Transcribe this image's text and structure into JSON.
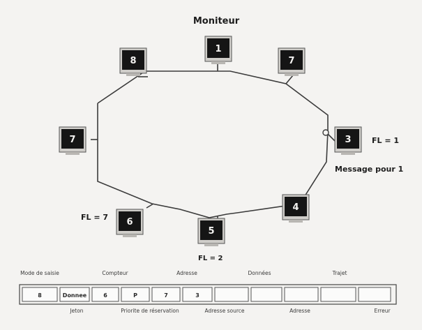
{
  "title": "Moniteur",
  "nodes": [
    {
      "id": "top",
      "label": "1"
    },
    {
      "id": "upper-left",
      "label": "8"
    },
    {
      "id": "upper-right",
      "label": "7"
    },
    {
      "id": "left",
      "label": "7"
    },
    {
      "id": "right",
      "label": "3"
    },
    {
      "id": "lower-left",
      "label": "6"
    },
    {
      "id": "bottom",
      "label": "5"
    },
    {
      "id": "lower-right",
      "label": "4"
    }
  ],
  "annotations": {
    "right_fl": "FL = 1",
    "right_message": "Message pour 1",
    "lower_left_fl": "FL = 7",
    "bottom_fl": "FL = 2"
  },
  "frame": {
    "top_labels": [
      "Mode de saisie",
      "Compteur",
      "Adresse",
      "Données",
      "Trajet"
    ],
    "cells": [
      "8",
      "Donnee",
      "6",
      "P",
      "7",
      "3",
      "",
      "",
      "",
      "",
      ""
    ],
    "bottom_labels": [
      "Jeton",
      "Priorite de réservation",
      "Adresse source",
      "Adresse",
      "Erreur"
    ]
  },
  "colors": {
    "background": "#f4f3f1",
    "line": "#3b3b3b",
    "node": "#151515"
  }
}
